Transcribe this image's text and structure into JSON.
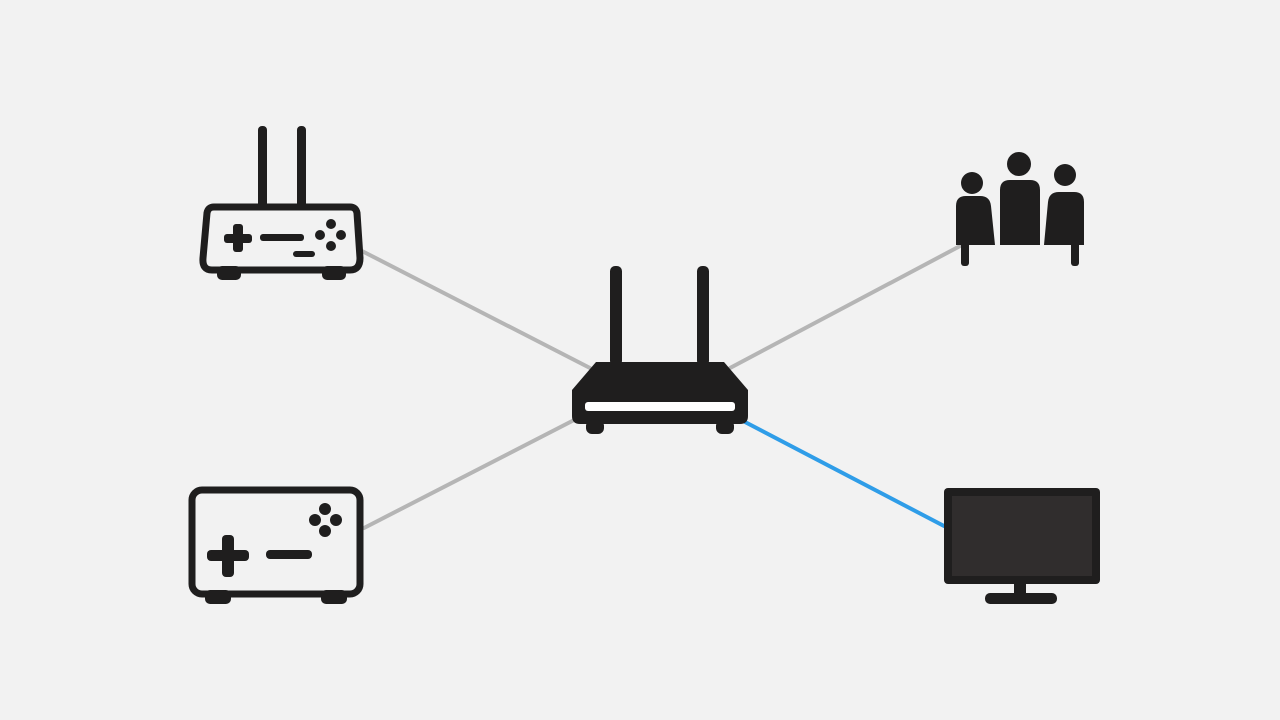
{
  "diagram": {
    "type": "network-topology",
    "background_color": "#f2f2f2",
    "icon_color": "#1f1e1e",
    "tv_screen_color": "#302d2d",
    "link_colors": {
      "default": "#b5b5b5",
      "highlighted": "#2f9de8"
    },
    "hub": {
      "name": "router",
      "icon": "wifi-router-icon"
    },
    "devices": [
      {
        "name": "game-console-with-antennas",
        "icon": "game-console-router-icon",
        "link": "default"
      },
      {
        "name": "family",
        "icon": "family-icon",
        "link": "default"
      },
      {
        "name": "game-console",
        "icon": "game-console-icon",
        "link": "default"
      },
      {
        "name": "tv",
        "icon": "tv-monitor-icon",
        "link": "highlighted"
      }
    ]
  }
}
